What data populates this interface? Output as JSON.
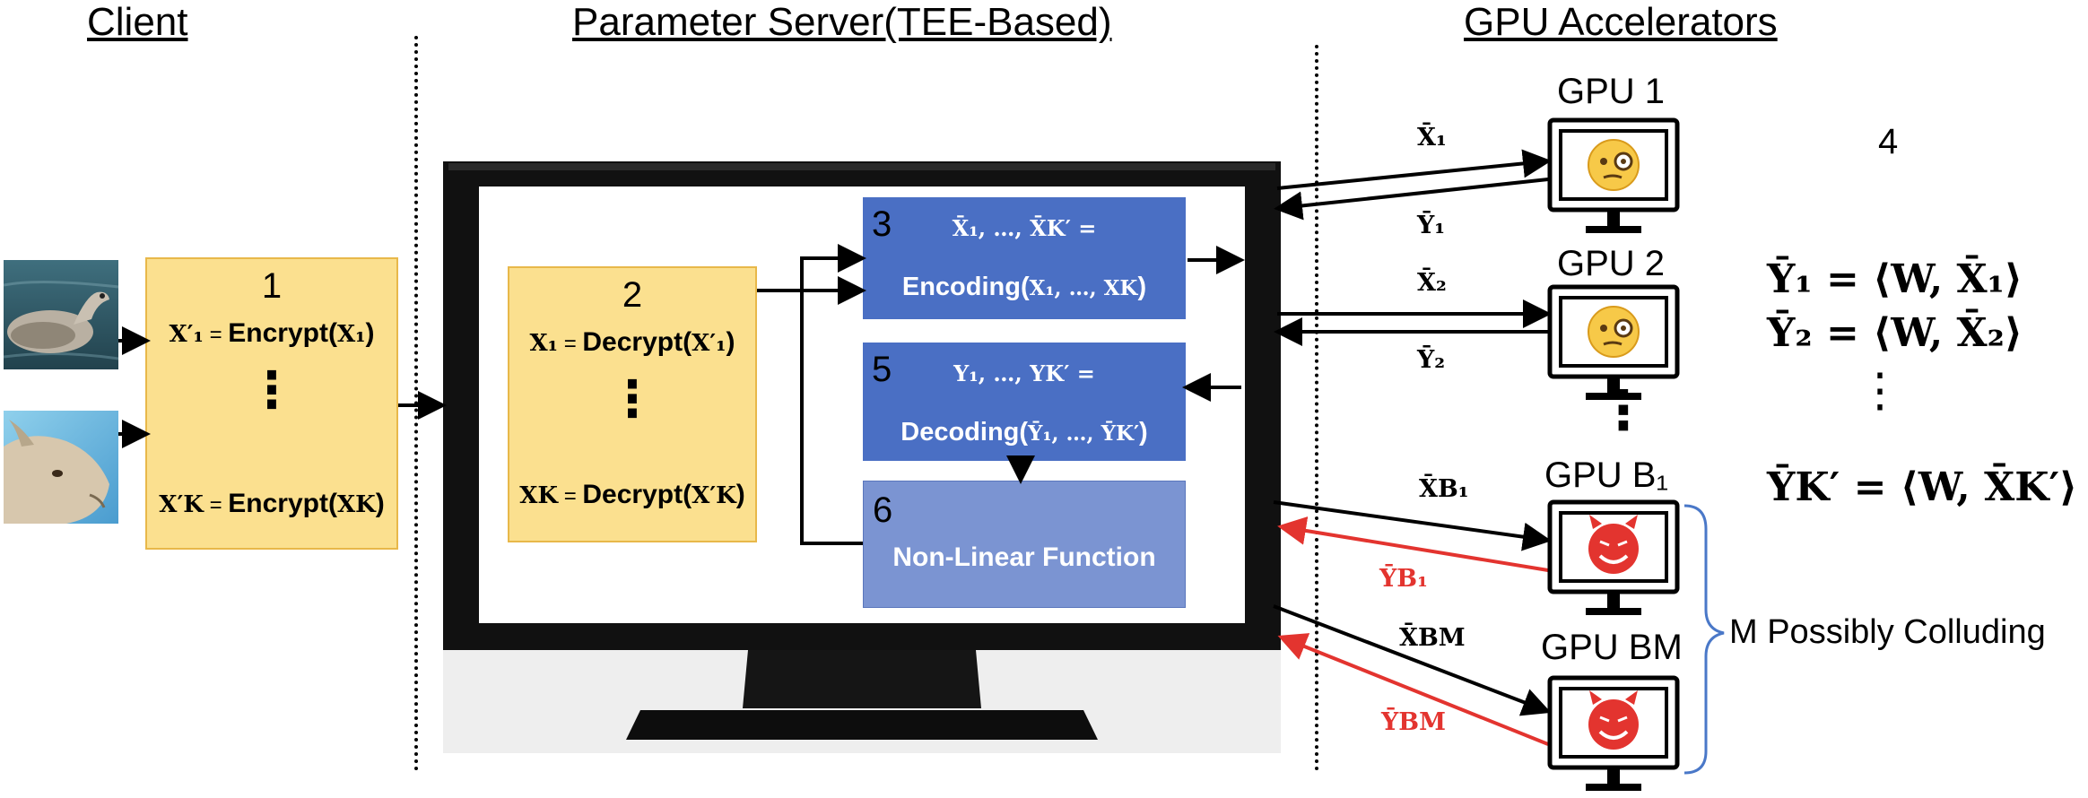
{
  "headers": {
    "client": "Client",
    "server": "Parameter Server(TEE-Based)",
    "gpus": "GPU Accelerators"
  },
  "step1": {
    "number": "1",
    "line1_var": "X′₁",
    "line1_eq": " = ",
    "line1_fn": "Encrypt(",
    "line1_arg": "X₁",
    "line1_close": ")",
    "dots": "⋮",
    "line2_var": "X′K",
    "line2_eq": " = ",
    "line2_fn": "Encrypt(",
    "line2_arg": "XK",
    "line2_close": ")"
  },
  "step2": {
    "number": "2",
    "line1_var": "X₁",
    "line1_eq": " = ",
    "line1_fn": "Decrypt(",
    "line1_arg": "X′₁",
    "line1_close": ")",
    "dots": "⋮",
    "line2_var": "XK",
    "line2_eq": " = ",
    "line2_fn": "Decrypt(",
    "line2_arg": "X′K",
    "line2_close": ")"
  },
  "step3": {
    "number": "3",
    "vars": "X̄₁, …, X̄K′ =",
    "fn": "Encoding(",
    "args": "X₁, …, XK",
    "close": ")"
  },
  "step5": {
    "number": "5",
    "vars": "Y₁, …, YK′ =",
    "fn": "Decoding(",
    "args": "Ȳ₁, …, ȲK′",
    "close": ")"
  },
  "step6": {
    "number": "6",
    "label": "Non-Linear Function"
  },
  "gpus": [
    {
      "name": "GPU 1",
      "send": "X̄₁",
      "recv": "Ȳ₁",
      "malicious": false
    },
    {
      "name": "GPU 2",
      "send": "X̄₂",
      "recv": "Ȳ₂",
      "malicious": false
    },
    {
      "name": "GPU B₁",
      "send": "X̄B₁",
      "recv": "ȲB₁",
      "malicious": true
    },
    {
      "name": "GPU BM",
      "send": "X̄BM",
      "recv": "ȲBM",
      "malicious": true
    }
  ],
  "gpu_dots": "⋮",
  "step4": {
    "number": "4",
    "eq1": "Ȳ₁ = ⟨W, X̄₁⟩",
    "eq2": "Ȳ₂ = ⟨W, X̄₂⟩",
    "dots": "⋮",
    "eqK": "ȲK′ = ⟨W, X̄K′⟩"
  },
  "colluding_label": "M Possibly Colluding",
  "colors": {
    "yellow_box": "#fbe08f",
    "blue_box": "#4a6fc4",
    "light_blue_box": "#7b94d2",
    "red_arrow": "#e3342f",
    "bracket": "#4a78c8"
  }
}
